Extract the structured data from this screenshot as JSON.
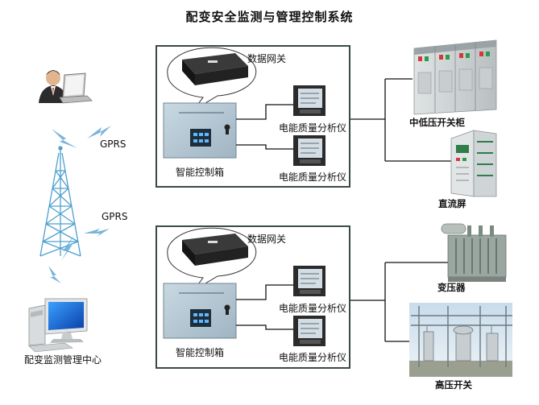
{
  "title": "配变安全监测与管理控制系统",
  "left": {
    "gprs_label_1": "GPRS",
    "gprs_label_2": "GPRS",
    "center_label": "配变监测管理中心"
  },
  "panel_top": {
    "gateway_label": "数据网关",
    "controller_label": "智能控制箱",
    "analyzer_label_1": "电能质量分析仪",
    "analyzer_label_2": "电能质量分析仪"
  },
  "panel_bottom": {
    "gateway_label": "数据网关",
    "controller_label": "智能控制箱",
    "analyzer_label_1": "电能质量分析仪",
    "analyzer_label_2": "电能质量分析仪"
  },
  "equipment": {
    "switchgear_label": "中低压开关柜",
    "dc_panel_label": "直流屏",
    "transformer_label": "变压器",
    "hv_switch_label": "高压开关"
  }
}
